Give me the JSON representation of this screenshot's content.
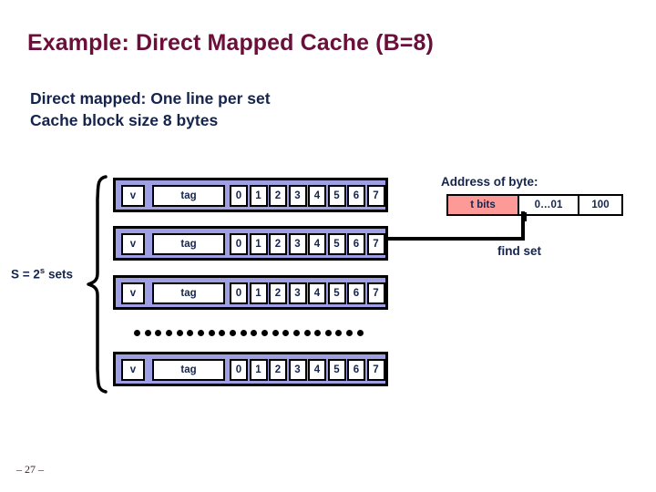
{
  "slide": {
    "title": "Example: Direct Mapped Cache (B=8)",
    "page_number": "– 27 –"
  },
  "subtitle": {
    "line1": "Direct mapped: One line per set",
    "line2": "Cache block size 8 bytes"
  },
  "cache": {
    "valid_label": "v",
    "tag_label": "tag",
    "byte_offsets": [
      "0",
      "1",
      "2",
      "3",
      "4",
      "5",
      "6",
      "7"
    ],
    "rows": [
      {
        "valid": "v",
        "tag": "tag"
      },
      {
        "valid": "v",
        "tag": "tag"
      },
      {
        "valid": "v",
        "tag": "tag"
      },
      {
        "valid": "v",
        "tag": "tag"
      }
    ],
    "ellipsis_dot_count": 22,
    "sets_label_prefix": "S = 2",
    "sets_label_exponent": "s",
    "sets_label_suffix": " sets"
  },
  "address": {
    "caption": "Address of byte:",
    "fields": [
      {
        "label": "t bits",
        "color": "#fd9a97"
      },
      {
        "label": "0…01",
        "color": "#ffffff"
      },
      {
        "label": "100",
        "color": "#ffffff"
      }
    ],
    "find_set_label": "find set"
  },
  "colors": {
    "title": "#6b0f3a",
    "body_text": "#14244c",
    "row_fill": "#9fa0e4",
    "tag_bits_fill": "#fd9a97",
    "outline": "#000000",
    "background": "#ffffff"
  }
}
